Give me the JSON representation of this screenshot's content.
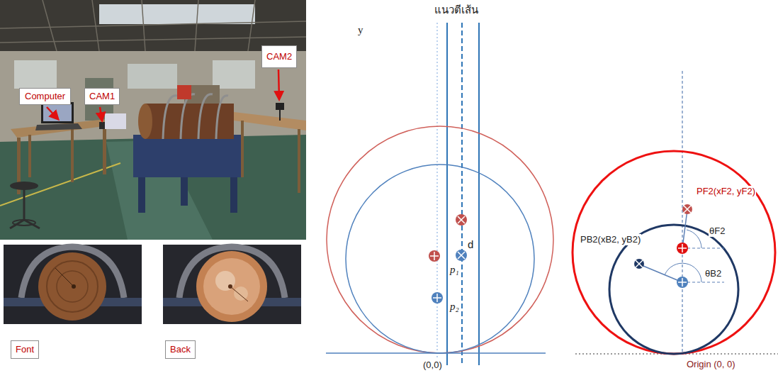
{
  "diagram": {
    "nodes": [
      {
        "text": [
          "Computer"
        ]
      },
      {
        "text": [
          "CAM1"
        ]
      },
      {
        "text": [
          "CAM2"
        ]
      },
      {
        "text": [
          "Font"
        ]
      },
      {
        "text": [
          "Back"
        ]
      }
    ],
    "labels": [
      "แนวตีเส้น",
      "y",
      "d",
      "p₁",
      "p₂",
      "(0,0)",
      "PF2(xF2, yF2)",
      "θF2",
      "PB2(xB2, yB2)",
      "θB2",
      "Origin (0, 0)"
    ]
  }
}
